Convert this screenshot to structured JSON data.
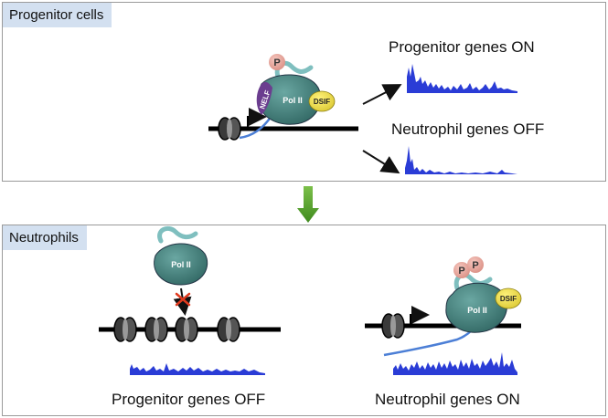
{
  "top_panel": {
    "title": "Progenitor cells",
    "caption_on": "Progenitor genes ON",
    "caption_off": "Neutrophil genes OFF"
  },
  "bottom_panel": {
    "title": "Neutrophils",
    "caption_left": "Progenitor genes OFF",
    "caption_right": "Neutrophil genes ON"
  },
  "factors": {
    "pol2": "Pol II",
    "nelf": "NELF",
    "dsif": "DSIF",
    "phospho": "P"
  },
  "colors": {
    "panel_tag": "#d3e0f0",
    "pol2": "#3d7a76",
    "nelf": "#6b3d8f",
    "dsif": "#e8d84a",
    "phospho": "#e8a9a0",
    "rna": "#4c7fd6",
    "signal": "#2a3cd6",
    "arrow_green": "#4f9a2a",
    "ctd_tail": "#7fbfbf"
  }
}
